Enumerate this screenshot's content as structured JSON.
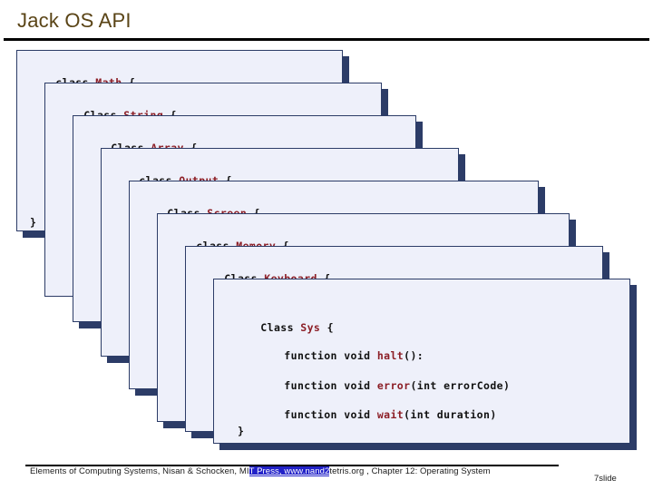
{
  "slide": {
    "title": "Jack OS API",
    "number_label": "7slide"
  },
  "boxes": [
    {
      "keyword": "class",
      "name": "Math",
      "open_brace": "{",
      "close_brace": "}"
    },
    {
      "keyword": "Class",
      "name": "String",
      "open_brace": "{",
      "close_brace": "}"
    },
    {
      "keyword": "Class",
      "name": "Array",
      "open_brace": "{",
      "close_brace": "}"
    },
    {
      "keyword": "class",
      "name": "Output",
      "open_brace": "{",
      "close_brace": "}"
    },
    {
      "keyword": "Class",
      "name": "Screen",
      "open_brace": "{",
      "close_brace": "}"
    },
    {
      "keyword": "class",
      "name": "Memory",
      "open_brace": "{",
      "close_brace": "}"
    },
    {
      "keyword": "Class",
      "name": "Keyboard",
      "open_brace": "{",
      "close_brace": "}"
    },
    {
      "keyword": "Class",
      "name": "Sys",
      "open_brace": "{",
      "close_brace": "}"
    }
  ],
  "sys_functions": [
    {
      "prefix": "function void ",
      "name": "halt",
      "suffix": "():"
    },
    {
      "prefix": "function void ",
      "name": "error",
      "suffix": "(int errorCode)"
    },
    {
      "prefix": "function void ",
      "name": "wait",
      "suffix": "(int duration)"
    }
  ],
  "footer": {
    "part1": "Elements of Computing Systems, Nisan & Schocken, MI",
    "link": "T Press,  www.nand2",
    "part2": "tetris.org , Chapter 12: Operating System"
  },
  "colors": {
    "title": "#5A4416",
    "box_fill": "#EEF0FA",
    "box_border": "#2C3C67",
    "box_shadow": "#2C3C67",
    "class_name": "#8C1E26",
    "code_text": "#111111",
    "link": "#1414A0"
  }
}
